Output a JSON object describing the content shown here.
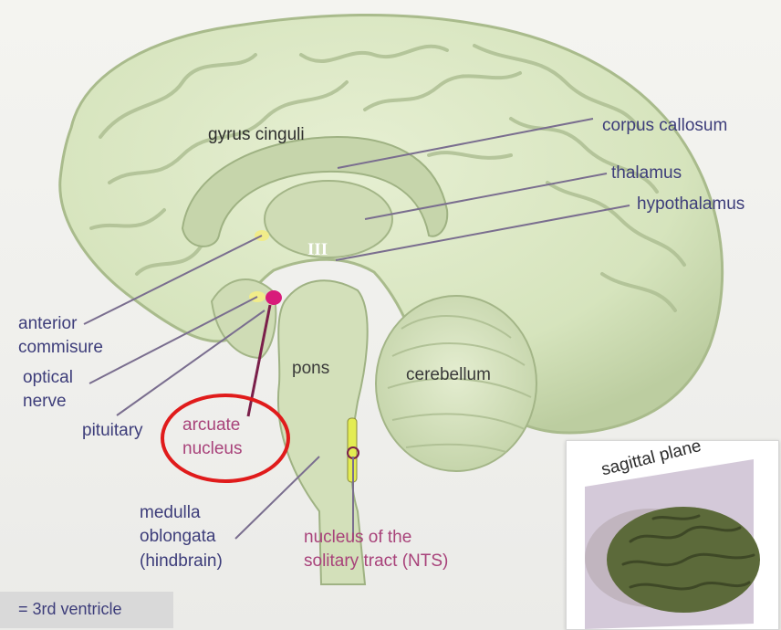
{
  "labels": {
    "gyrus_cinguli": "gyrus cinguli",
    "corpus_callosum": "corpus callosum",
    "thalamus": "thalamus",
    "hypothalamus": "hypothalamus",
    "ventricle_mark": "III",
    "anterior_commisure": [
      "anterior",
      "commisure"
    ],
    "optical_nerve": [
      "optical",
      "nerve"
    ],
    "pituitary": "pituitary",
    "arcuate_nucleus": [
      "arcuate",
      "nucleus"
    ],
    "pons": "pons",
    "cerebellum": "cerebellum",
    "medulla_oblongata": [
      "medulla",
      "oblongata",
      "(hindbrain)"
    ],
    "nucleus_solitary_tract": [
      "nucleus of the",
      "solitary tract (NTS)"
    ]
  },
  "legend": {
    "text": "= 3rd ventricle"
  },
  "inset": {
    "label": "sagittal plane"
  },
  "colors": {
    "brain": "#d9e6c2",
    "brain_shadow": "#b9c9a0",
    "label_blue": "#3d3d7a",
    "label_pink": "#a8427a",
    "highlight_circle": "#e01b1b",
    "arcuate_spot": "#d81b7a",
    "nts_yellow": "#e3ec52",
    "inset_brain": "#5c6a3a",
    "inset_plane": "#cdbfd2"
  }
}
